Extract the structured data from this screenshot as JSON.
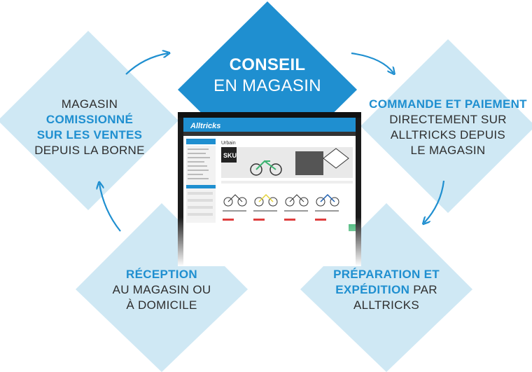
{
  "colors": {
    "diamond_light": "#cfe8f4",
    "diamond_dark": "#1f8fd0",
    "arrow": "#1f8fd0",
    "accent_text": "#1f8fd0",
    "body_text": "#2e2e2e"
  },
  "steps": {
    "top": {
      "line1": "CONSEIL",
      "line2": "EN MAGASIN"
    },
    "left": {
      "line1": "MAGASIN",
      "line2": "COMISSIONNÉ",
      "line3": "SUR LES VENTES",
      "line4": "DEPUIS LA BORNE"
    },
    "right": {
      "line1": "COMMANDE ET PAIEMENT",
      "line2": "DIRECTEMENT SUR",
      "line3": "ALLTRICKS DEPUIS",
      "line4": "LE MAGASIN"
    },
    "bottom_left": {
      "line1": "RÉCEPTION",
      "line2": "AU MAGASIN OU",
      "line3": "À DOMICILE"
    },
    "bottom_right": {
      "line1_bold": "PRÉPARATION ET",
      "line2_bold": "EXPÉDITION",
      "line2_rest": " PAR",
      "line3": "ALLTRICKS"
    }
  },
  "screenshot": {
    "logo": "Alltricks",
    "category_title": "Urbain",
    "banner_text": "SKU"
  }
}
